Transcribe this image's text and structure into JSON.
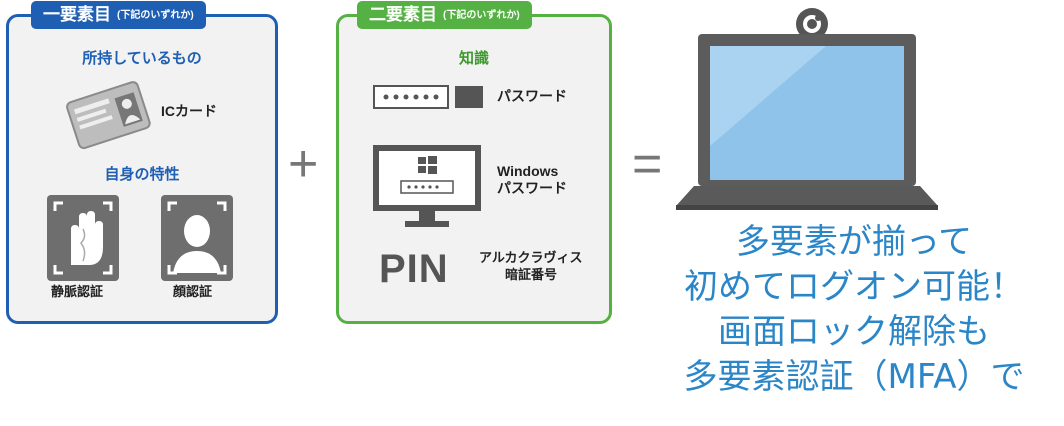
{
  "first_factor": {
    "title": "一要素目",
    "note": "(下記のいずれか)",
    "possession": {
      "heading": "所持しているもの",
      "ic_card_label": "ICカード"
    },
    "inherence": {
      "heading": "自身の特性",
      "vein_label": "静脈認証",
      "face_label": "顔認証"
    }
  },
  "second_factor": {
    "title": "二要素目",
    "note": "(下記のいずれか)",
    "knowledge_heading": "知識",
    "password_label": "パスワード",
    "windows_password_line1": "Windows",
    "windows_password_line2": "パスワード",
    "pin_text": "PIN",
    "pin_label_line1": "アルカクラヴィス",
    "pin_label_line2": "暗証番号"
  },
  "operators": {
    "plus": "+",
    "equals": "="
  },
  "caption": {
    "line1": "多要素が揃って",
    "line2": "初めてログオン可能！",
    "line3": "画面ロック解除も",
    "line4": "多要素認証（MFA）で"
  },
  "colors": {
    "first": "#1f5fb3",
    "second": "#55b144",
    "caption": "#2b86c8"
  }
}
